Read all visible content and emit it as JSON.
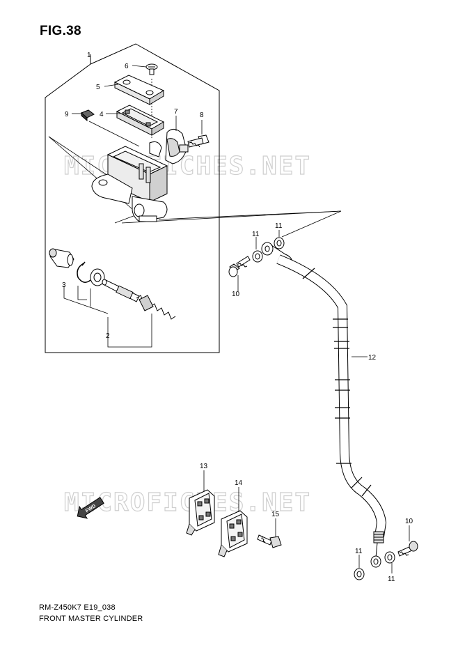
{
  "figure": {
    "title": "FIG.38",
    "model_code": "RM-Z450K7 E19_038",
    "caption": "FRONT MASTER CYLINDER"
  },
  "watermark": {
    "text": "MICROFICHES.NET",
    "color": "#cfcfcf"
  },
  "fwd_badge": "FWD",
  "callouts": {
    "c1": "1",
    "c2": "2",
    "c3": "3",
    "c4": "4",
    "c5": "5",
    "c6": "6",
    "c7": "7",
    "c8": "8",
    "c9": "9",
    "c10a": "10",
    "c11a": "11",
    "c11b": "11",
    "c12": "12",
    "c13": "13",
    "c14": "14",
    "c15": "15",
    "c10b": "10",
    "c11c": "11",
    "c11d": "11"
  }
}
